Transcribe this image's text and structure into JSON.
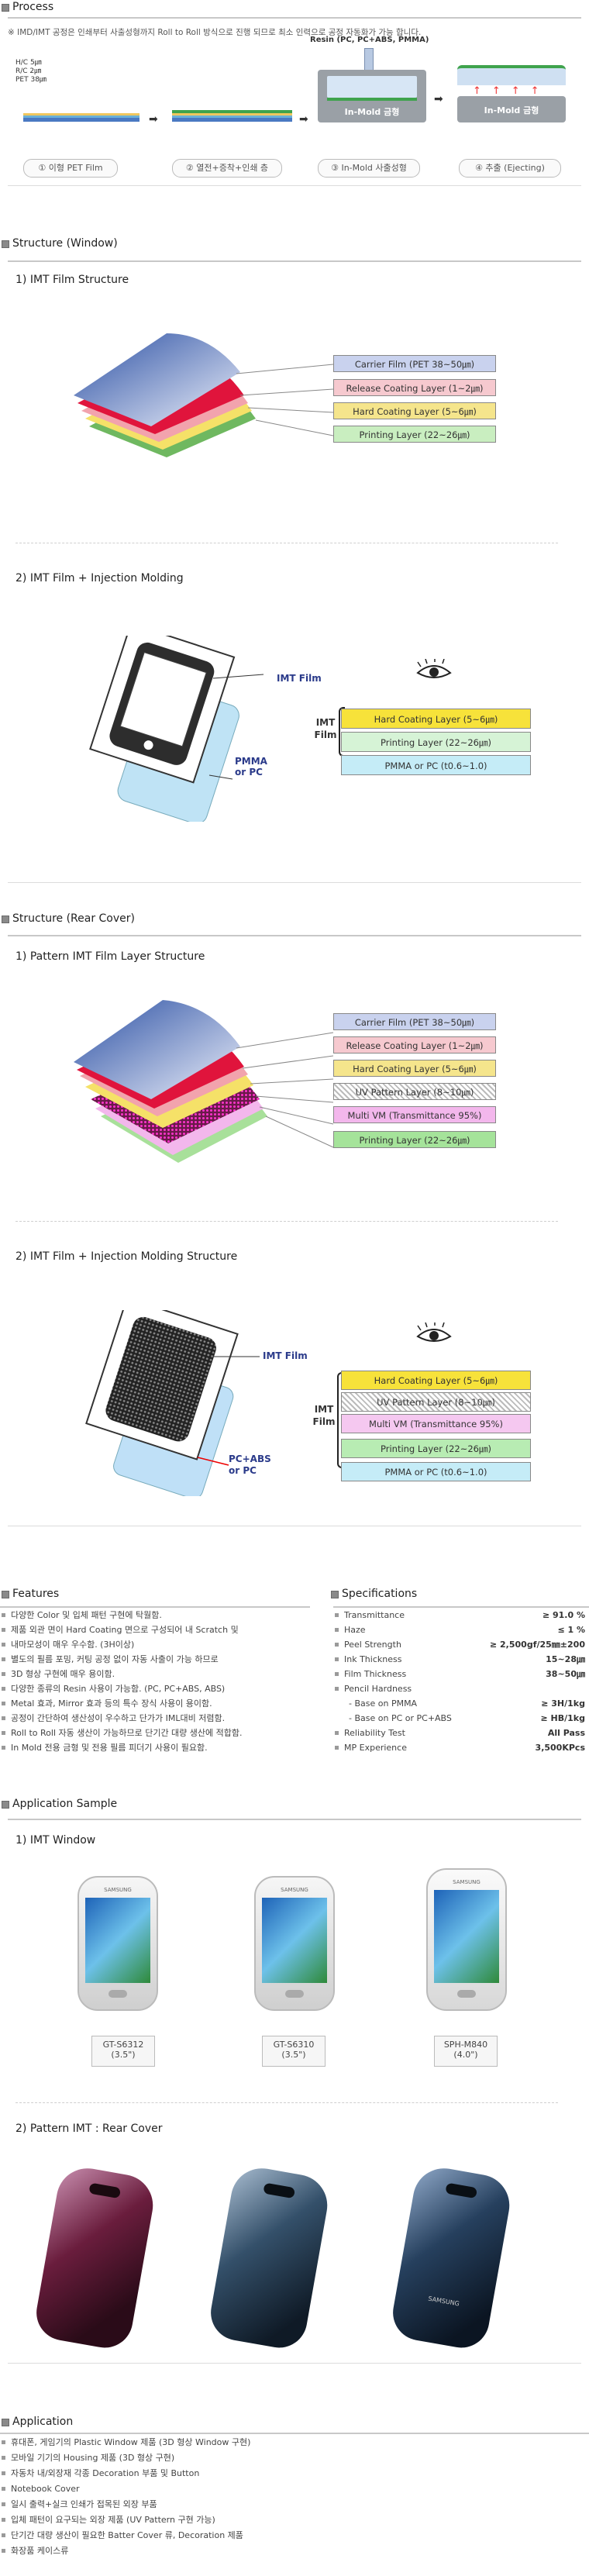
{
  "process": {
    "title": "Process",
    "note": "※ IMD/IMT 공정은 인쇄부터 사출성형까지 Roll to Roll 방식으로 진행 되므로 최소 인력으로 공정 자동화가 가능 합니다.",
    "film_labels": [
      "H/C 5㎛",
      "R/C 2㎛",
      "PET 38㎛"
    ],
    "resin_label": "Resin (PC, PC+ABS, PMMA)",
    "mold_label": "In-Mold 금형",
    "mold_label_2": "In-Mold 금형",
    "steps": [
      "① 이형 PET Film",
      "② 열전+증착+인쇄 층",
      "③ In-Mold 사출성형",
      "④ 추출 (Ejecting)"
    ]
  },
  "window": {
    "title": "Structure (Window)",
    "film_structure": {
      "title": "1) IMT Film Structure",
      "layers": [
        {
          "label": "Carrier Film (PET 38~50㎛)",
          "color": "#c9d2ee"
        },
        {
          "label": "Release Coating Layer (1~2㎛)",
          "color": "#f6c9cf"
        },
        {
          "label": "Hard Coating Layer (5~6㎛)",
          "color": "#f5e58c"
        },
        {
          "label": "Printing Layer (22~26㎛)",
          "color": "#c9eec0"
        }
      ]
    },
    "molding": {
      "title": "2) IMT Film + Injection Molding",
      "film_label": "IMT Film",
      "substrate_label": "PMMA or PC",
      "group_label": "IMT Film",
      "layers": [
        {
          "label": "Hard Coating Layer (5~6㎛)",
          "color": "#f7e23a"
        },
        {
          "label": "Printing Layer (22~26㎛)",
          "color": "#d6f3d6"
        },
        {
          "label": "PMMA or PC (t0.6~1.0)",
          "color": "#c5ecf7"
        }
      ]
    }
  },
  "rear": {
    "title": "Structure (Rear Cover)",
    "film_structure": {
      "title": "1) Pattern IMT Film  Layer Structure",
      "layers": [
        {
          "label": "Carrier Film (PET 38~50㎛)",
          "color": "#c9d2ee"
        },
        {
          "label": "Release Coating Layer (1~2㎛)",
          "color": "#f6c9cf"
        },
        {
          "label": "Hard Coating Layer (5~6㎛)",
          "color": "#f5e58c"
        },
        {
          "label": "UV Pattern Layer (8~10㎛)",
          "color": "hatch"
        },
        {
          "label": "Multi VM (Transmittance 95%)",
          "color": "#f3b7ec"
        },
        {
          "label": "Printing Layer (22~26㎛)",
          "color": "#a5e39a"
        }
      ]
    },
    "molding": {
      "title": "2) IMT Film + Injection Molding Structure",
      "film_label": "IMT Film",
      "substrate_label_1": "PC+ABS",
      "substrate_label_2": "or PC",
      "group_label": "IMT Film",
      "layers": [
        {
          "label": "Hard Coating Layer (5~6㎛)",
          "color": "#f7e23a"
        },
        {
          "label": "UV Pattern Layer (8~10㎛)",
          "color": "hatch"
        },
        {
          "label": "Multi VM (Transmittance 95%)",
          "color": "#f5c8f0"
        },
        {
          "label": "Printing Layer (22~26㎛)",
          "color": "#b8ecb3"
        },
        {
          "label": "PMMA or PC (t0.6~1.0)",
          "color": "#c5ecf7"
        }
      ]
    }
  },
  "features": {
    "title": "Features",
    "items": [
      "다양한 Color 및 입체 패턴 구현에 탁월함.",
      "제품 외관 면이 Hard Coating 면으로 구성되어 내 Scratch 및",
      "내마모성이 매우 우수함. (3H이상)",
      "별도의 필름 포밍, 커팅 공정 없이 자동 사출이 가능 하므로",
      "3D 형상 구현에 매우 용이함.",
      "다양한 종류의 Resin 사용이 가능함. (PC, PC+ABS, ABS)",
      "Metal 효과, Mirror 효과 등의 특수 장식 사용이 용이함.",
      "공정이 간단하여 생산성이 우수하고 단가가 IML대비 저렴함.",
      "Roll to Roll 자동 생산이 가능하므로 단기간 대량 생산에 적합함.",
      "In Mold 전용 금형 및 전용 필름 피더기 사용이 필요함."
    ]
  },
  "specs": {
    "title": "Specifications",
    "items": [
      {
        "label": "Transmittance",
        "value": "≥ 91.0 %"
      },
      {
        "label": "Haze",
        "value": "≤ 1 %"
      },
      {
        "label": "Peel Strength",
        "value": "≥ 2,500gf/25㎜±200"
      },
      {
        "label": "Ink Thickness",
        "value": "15~28㎛"
      },
      {
        "label": "Film Thickness",
        "value": "38~50㎛"
      },
      {
        "label": "Pencil Hardness",
        "value": ""
      },
      {
        "label": "- Base on PMMA",
        "value": "≥ 3H/1kg"
      },
      {
        "label": "- Base on PC or PC+ABS",
        "value": "≥ HB/1kg"
      },
      {
        "label": "Reliability Test",
        "value": "All Pass"
      },
      {
        "label": "MP Experience",
        "value": "3,500KPcs"
      }
    ]
  },
  "application_sample": {
    "title": "Application Sample",
    "window_title": "1) IMT Window",
    "phones": [
      {
        "model": "GT-S6312",
        "size": "(3.5\")"
      },
      {
        "model": "GT-S6310",
        "size": "(3.5\")"
      },
      {
        "model": "SPH-M840",
        "size": "(4.0\")"
      }
    ],
    "phone_brand": "SAMSUNG",
    "rear_title": "2) Pattern IMT : Rear Cover",
    "cover_brand": "SAMSUNG"
  },
  "application": {
    "title": "Application",
    "items": [
      "휴대폰, 게임기의 Plastic Window 제품 (3D 형상 Window 구현)",
      "모바일 기기의 Housing 제품 (3D 형상 구현)",
      "자동차 내/외장재 각종 Decoration 부품 및 Button",
      "Notebook Cover",
      "일시 출력+실크 인쇄가 접목된 외장 부품",
      "입체 패턴이 요구되는 외장 제품 (UV Pattern 구현 가능)",
      "단기간 대량 생산이 필요한 Batter Cover 류, Decoration 제품",
      "화장품 케이스류"
    ]
  }
}
